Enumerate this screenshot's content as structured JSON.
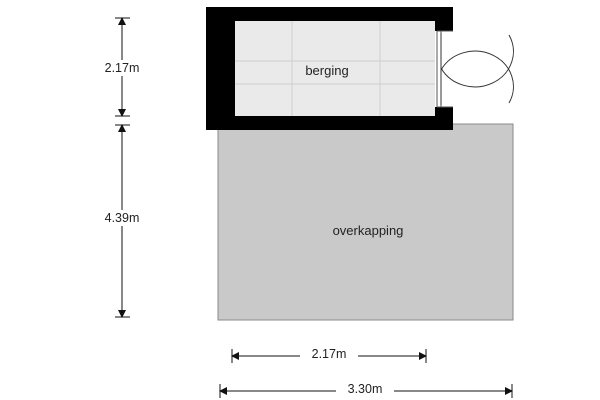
{
  "rooms": {
    "berging": {
      "label": "berging"
    },
    "overkapping": {
      "label": "overkapping"
    }
  },
  "dimensions": {
    "vertical_top": "2.17m",
    "vertical_bottom": "4.39m",
    "horizontal_inner": "2.17m",
    "horizontal_outer": "3.30m"
  },
  "colors": {
    "wall": "#000000",
    "storage_floor": "#eaeaea",
    "canopy_floor": "#c9c9c9",
    "dimension_line": "#111111"
  }
}
